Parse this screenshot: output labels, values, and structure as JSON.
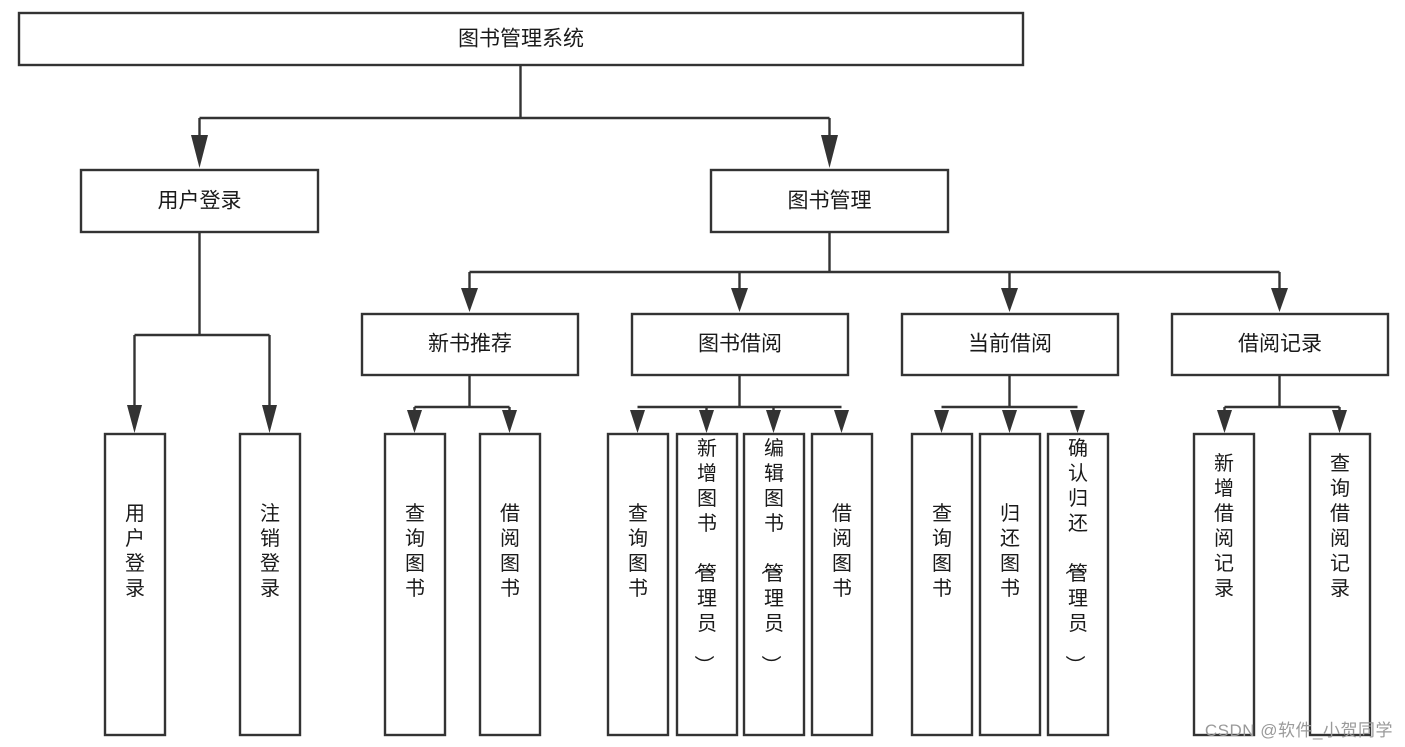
{
  "diagram": {
    "type": "tree-hierarchy-chart",
    "title": "图书管理系统",
    "orientation": "top-down",
    "colors": {
      "box_fill": "#ffffff",
      "box_stroke": "#333333",
      "text": "#1a1a1a",
      "background": "#ffffff",
      "watermark": "#9a9a9a"
    },
    "levels": [
      {
        "level": 1,
        "nodes": [
          {
            "id": "root",
            "label": "图书管理系统",
            "orientation": "horizontal"
          }
        ]
      },
      {
        "level": 2,
        "nodes": [
          {
            "id": "user-login",
            "label": "用户登录",
            "orientation": "horizontal",
            "parent": "root"
          },
          {
            "id": "book-manage",
            "label": "图书管理",
            "orientation": "horizontal",
            "parent": "root"
          }
        ]
      },
      {
        "level": 3,
        "nodes": [
          {
            "id": "new-book-rec",
            "label": "新书推荐",
            "orientation": "horizontal",
            "parent": "book-manage"
          },
          {
            "id": "book-borrow",
            "label": "图书借阅",
            "orientation": "horizontal",
            "parent": "book-manage"
          },
          {
            "id": "current-borrow",
            "label": "当前借阅",
            "orientation": "horizontal",
            "parent": "book-manage"
          },
          {
            "id": "borrow-record",
            "label": "借阅记录",
            "orientation": "horizontal",
            "parent": "book-manage"
          }
        ]
      },
      {
        "level": 4,
        "nodes": [
          {
            "id": "leaf-user-login",
            "label": "用户登录",
            "orientation": "vertical",
            "parent": "user-login"
          },
          {
            "id": "leaf-logout",
            "label": "注销登录",
            "orientation": "vertical",
            "parent": "user-login"
          },
          {
            "id": "leaf-query-book-1",
            "label": "查询图书",
            "orientation": "vertical",
            "parent": "new-book-rec"
          },
          {
            "id": "leaf-borrow-book-1",
            "label": "借阅图书",
            "orientation": "vertical",
            "parent": "new-book-rec"
          },
          {
            "id": "leaf-query-book-2",
            "label": "查询图书",
            "orientation": "vertical",
            "parent": "book-borrow"
          },
          {
            "id": "leaf-add-book",
            "label": "新增图书（管理员）",
            "orientation": "vertical",
            "parent": "book-borrow"
          },
          {
            "id": "leaf-edit-book",
            "label": "编辑图书（管理员）",
            "orientation": "vertical",
            "parent": "book-borrow"
          },
          {
            "id": "leaf-borrow-book-2",
            "label": "借阅图书",
            "orientation": "vertical",
            "parent": "book-borrow"
          },
          {
            "id": "leaf-query-book-3",
            "label": "查询图书",
            "orientation": "vertical",
            "parent": "current-borrow"
          },
          {
            "id": "leaf-return-book",
            "label": "归还图书",
            "orientation": "vertical",
            "parent": "current-borrow"
          },
          {
            "id": "leaf-confirm-return",
            "label": "确认归还（管理员）",
            "orientation": "vertical",
            "parent": "current-borrow"
          },
          {
            "id": "leaf-add-record",
            "label": "新增借阅记录",
            "orientation": "vertical",
            "parent": "borrow-record"
          },
          {
            "id": "leaf-query-record",
            "label": "查询借阅记录",
            "orientation": "vertical",
            "parent": "borrow-record"
          }
        ]
      }
    ]
  },
  "watermark": {
    "text": "CSDN @软件_小贺同学"
  }
}
